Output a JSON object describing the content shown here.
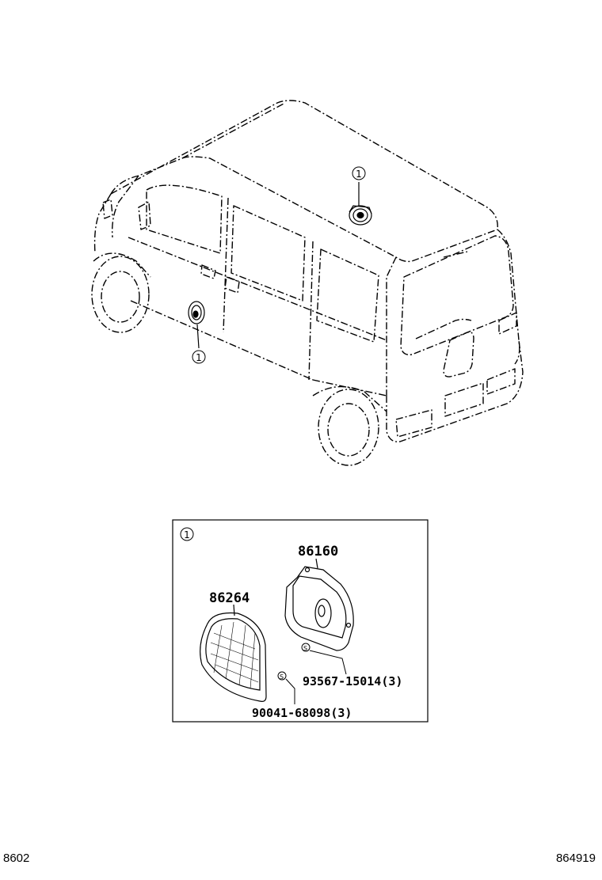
{
  "callout_marker": "1",
  "parts": {
    "speaker": "86160",
    "grille": "86264",
    "speaker_screw": "93567-15014(3)",
    "grille_screw": "90041-68098(3)",
    "screw_symbol": "S"
  },
  "footer": {
    "left_code": "8602",
    "right_code": "864919"
  }
}
